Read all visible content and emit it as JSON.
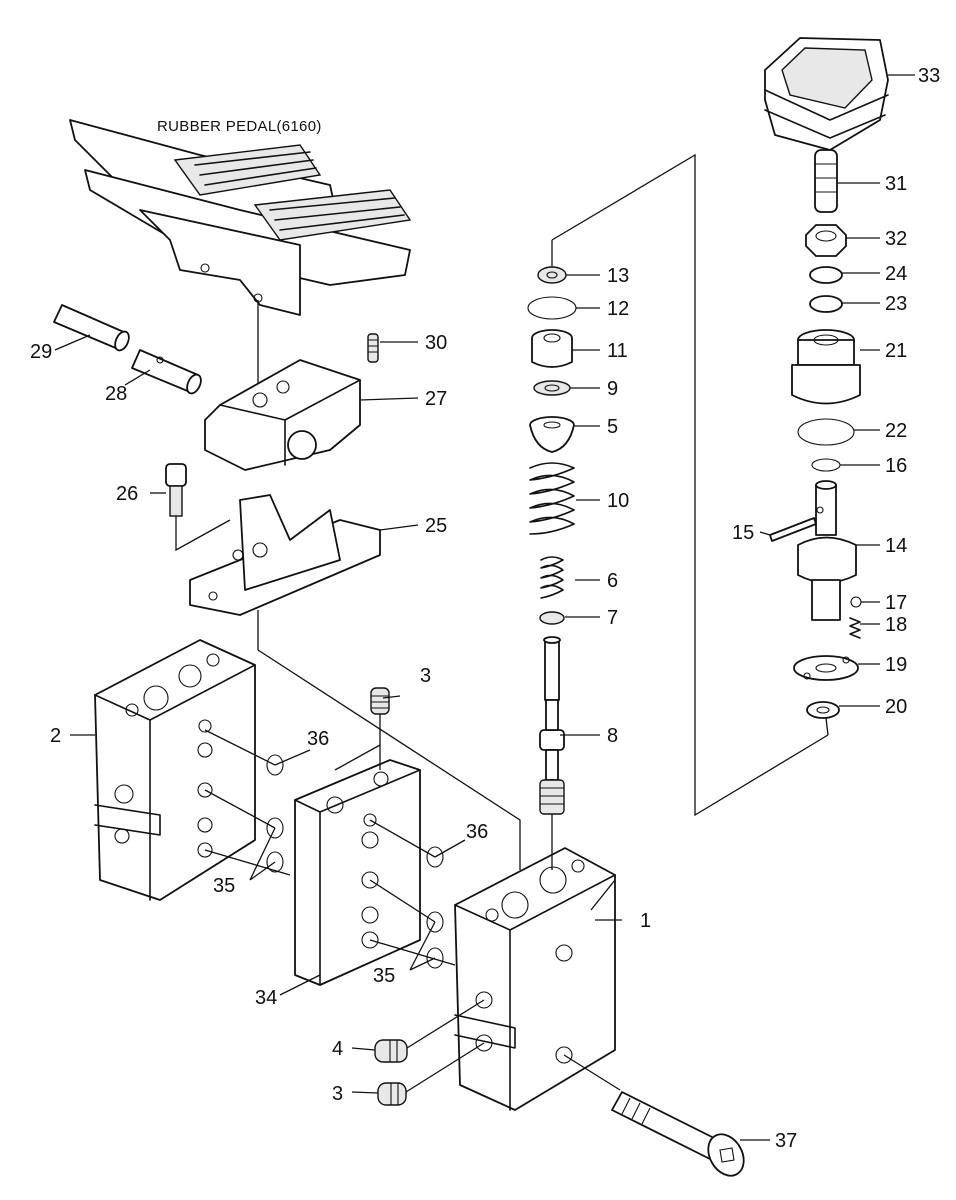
{
  "title": "RUBBER PEDAL(6160)",
  "callouts": [
    "1",
    "2",
    "3",
    "3",
    "4",
    "5",
    "6",
    "7",
    "8",
    "9",
    "10",
    "11",
    "12",
    "13",
    "14",
    "15",
    "16",
    "17",
    "18",
    "19",
    "20",
    "21",
    "22",
    "23",
    "24",
    "25",
    "26",
    "27",
    "28",
    "29",
    "30",
    "31",
    "32",
    "33",
    "34",
    "35",
    "35",
    "36",
    "36",
    "37"
  ]
}
